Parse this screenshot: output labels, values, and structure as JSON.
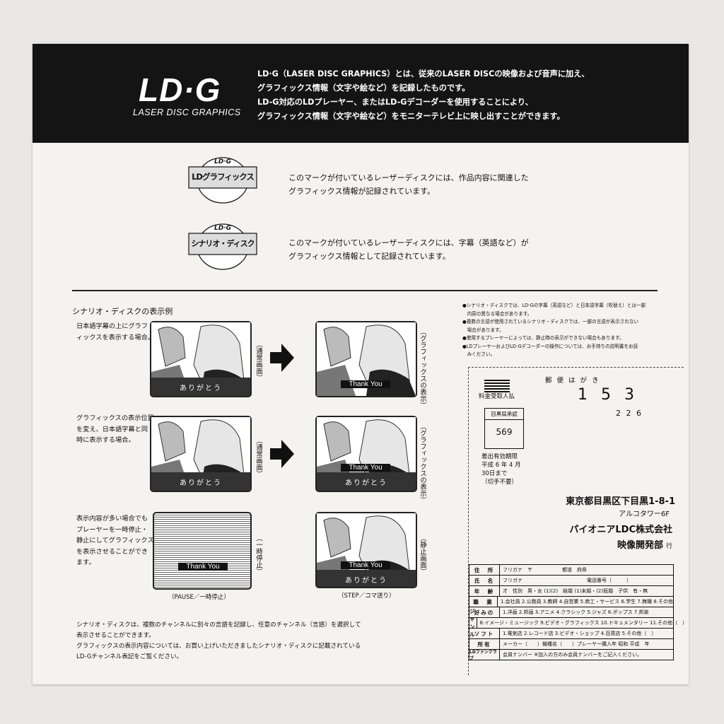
{
  "banner": {
    "logo": "LD·G",
    "logo_subtitle": "LASER DISC GRAPHICS",
    "lines": [
      "LD·G（LASER DISC GRAPHICS）とは、従来のLASER DISCの映像および音声に加え、",
      "グラフィックス情報（文字や絵など）を記録したものです。",
      "LD-G対応のLDプレーヤー、またはLD-Gデコーダーを使用することにより、",
      "グラフィックス情報（文字や絵など）をモニターテレビ上に映し出すことができます。"
    ]
  },
  "marks": [
    {
      "logo_top": "LD·G",
      "logo_main": "LDグラフィックス",
      "text": [
        "このマークが付いているレーザーディスクには、作品内容に関連した",
        "グラフィックス情報が記録されています。"
      ]
    },
    {
      "logo_top": "LD·G",
      "logo_main": "シナリオ・ディスク",
      "text": [
        "このマークが付いているレーザーディスクには、字幕（英語など）が",
        "グラフィックス情報として記録されています。"
      ]
    }
  ],
  "example": {
    "title": "シナリオ・ディスクの表示例",
    "rows": [
      {
        "desc": [
          "日本語字幕の上にグラフ",
          "ィックスを表示する場合。"
        ],
        "left_label": "（通常画面）",
        "right_label": "（グラフィックスの表示）",
        "left_subtitle": "ありがとう",
        "right_caption": "Thank You"
      },
      {
        "desc": [
          "グラフィックスの表示位置",
          "を変え、日本語字幕と同",
          "時に表示する場合。"
        ],
        "left_label": "（通常画面）",
        "right_label": "（グラフィックスの表示）",
        "left_subtitle": "ありがとう",
        "right_caption": "Thank You",
        "right_subtitle": "ありがとう"
      },
      {
        "desc": [
          "表示内容が多い場合でも",
          "プレーヤーを一時停止・",
          "静止にしてグラフィックス",
          "を表示させることができ",
          "ます。"
        ],
        "left_label": "（一時停止）",
        "right_label": "（静止画面）",
        "left_caption": "Thank You",
        "right_caption": "Thank You",
        "right_subtitle": "ありがとう",
        "left_bottom": "（PAUSE／一時停止）",
        "right_bottom": "（STEP／コマ送り）"
      }
    ],
    "footer": [
      "シナリオ・ディスクは、複数のチャンネルに別々の言語を記録し、任意のチャンネル（言語）を選択して",
      "表示させることができます。",
      "グラフィックスの表示内容については、お買い上げいただきましたシナリオ・ディスクに記載されている",
      "LD-Gチャンネル表記をご覧ください。"
    ]
  },
  "notes": [
    "●シナリオ・ディスクでは、LD-Gの字幕（英語など）と日本語字幕（吹替え）とは一部",
    "　内容の異なる場合があります。",
    "●複数の言語が使用されているシナリオ・ディスクでは、一部の言語が表示されない",
    "　場合があります。",
    "●使用するプレーヤーによっては、静止時の表示ができない場合もあります。",
    "●LDプレーヤーおよびLD-Gデコーダーの操作については、お手持ちの説明書をお読",
    "　みください。"
  ],
  "postcard": {
    "header": "郵 便 は が き",
    "fee": "料金受取人払",
    "approval": "目黒局承認",
    "approval_no": "569",
    "zip": "1 5 3",
    "zip_sub": "2 2 6",
    "validity": [
      "差出有効期限",
      "平成 6 年 4 月",
      "30日まで",
      "（切手不要）"
    ],
    "address": "東京都目黒区下目黒1-8-1",
    "building": "アルコタワー6F",
    "company": "パイオニアLDC株式会社",
    "dept": "映像開発部",
    "dept_suffix": "行",
    "form": [
      {
        "head": "住　所",
        "cell": "フリガナ　〒　　　　　　都道　府県"
      },
      {
        "head": "氏　名",
        "cell": "フリガナ　　　　　　　　　　　　　電話番号（　　　）"
      },
      {
        "head": "年　齢",
        "cell": "才　性別　男・女 (1)(2)　結婚 (1)未婚・(2)既婚　子供　有・無"
      },
      {
        "head": "職　業",
        "cell": "1.会社員 2.公務員 3.教師 4.自営業 5.商工・サービス 6.学生 7.無職 8.その他"
      },
      {
        "head": "好みの",
        "cell": "1.洋画 2.邦画 3.アニメ 4.クラシック 5.ジャズ 6.ポップス 7.邦楽"
      },
      {
        "head": "ジャンル",
        "cell": "8.イメージ・ミュージック 9.ビデオ・グラフィックス 10.ドキュメンタリー 11.その他（　）"
      },
      {
        "head": "ソフト",
        "cell": "1.電気店 2.レコード店 3.ビデオ・ショップ 4.百貨店 5.その他（　）"
      },
      {
        "head": "所有",
        "cell": "メーカー（　　）機種名（　　）プレーヤー購入年 昭和 平成　年"
      },
      {
        "head": "LDファンクラブ",
        "cell": "会員ナンバー ※加入の方のみ会員ナンバーをご記入ください。"
      }
    ]
  }
}
